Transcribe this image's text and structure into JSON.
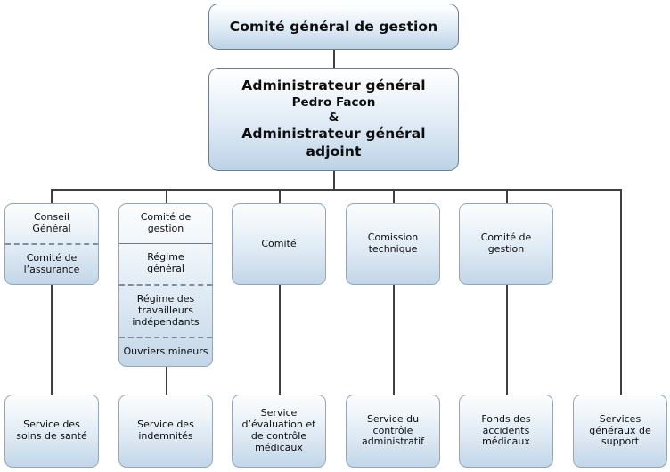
{
  "diagram": {
    "type": "organizational-chart",
    "language": "fr",
    "colors": {
      "box_fill_top": "#fbfdfe",
      "box_fill_bottom": "#c2d6e8",
      "box_border": "#96a6b5",
      "connector": "#3f3f3f",
      "divider_dashed": "#7d8f9f",
      "text": "#0d0d0d"
    },
    "root": {
      "label": "Comité général de gestion"
    },
    "director": {
      "line1": "Administrateur général",
      "line2": "Pedro Facon",
      "line3": "&",
      "line4": "Administrateur général adjoint"
    },
    "committees": [
      {
        "id": "conseil-general",
        "cells": [
          {
            "text": "Conseil\nGénéral",
            "divider": "none"
          },
          {
            "text": "Comité de\nl’assurance",
            "divider": "dashed"
          }
        ]
      },
      {
        "id": "comite-de-gestion-1",
        "cells": [
          {
            "text": "Comité de\ngestion",
            "divider": "none"
          },
          {
            "text": "Régime\ngénéral",
            "divider": "solid"
          },
          {
            "text": "Régime des\ntravailleurs\nindépendants",
            "divider": "dashed"
          },
          {
            "text": "Ouvriers mineurs",
            "divider": "dashed"
          }
        ]
      },
      {
        "id": "comite",
        "cells": [
          {
            "text": "Comité",
            "divider": "none"
          }
        ]
      },
      {
        "id": "comission-technique",
        "cells": [
          {
            "text": "Comission\ntechnique",
            "divider": "none"
          }
        ]
      },
      {
        "id": "comite-de-gestion-2",
        "cells": [
          {
            "text": "Comité de\ngestion",
            "divider": "none"
          }
        ]
      }
    ],
    "services": [
      {
        "id": "soins-de-sante",
        "text": "Service des\nsoins de santé"
      },
      {
        "id": "indemnites",
        "text": "Service des\nindemnités"
      },
      {
        "id": "evaluation-controle",
        "text": "Service\nd’évaluation et\nde contrôle\nmédicaux"
      },
      {
        "id": "controle-administratif",
        "text": "Service du\ncontrôle\nadministratif"
      },
      {
        "id": "fonds-accidents",
        "text": "Fonds des\naccidents\nmédicaux"
      },
      {
        "id": "services-generaux",
        "text": "Services\ngénéraux de\nsupport"
      }
    ]
  }
}
